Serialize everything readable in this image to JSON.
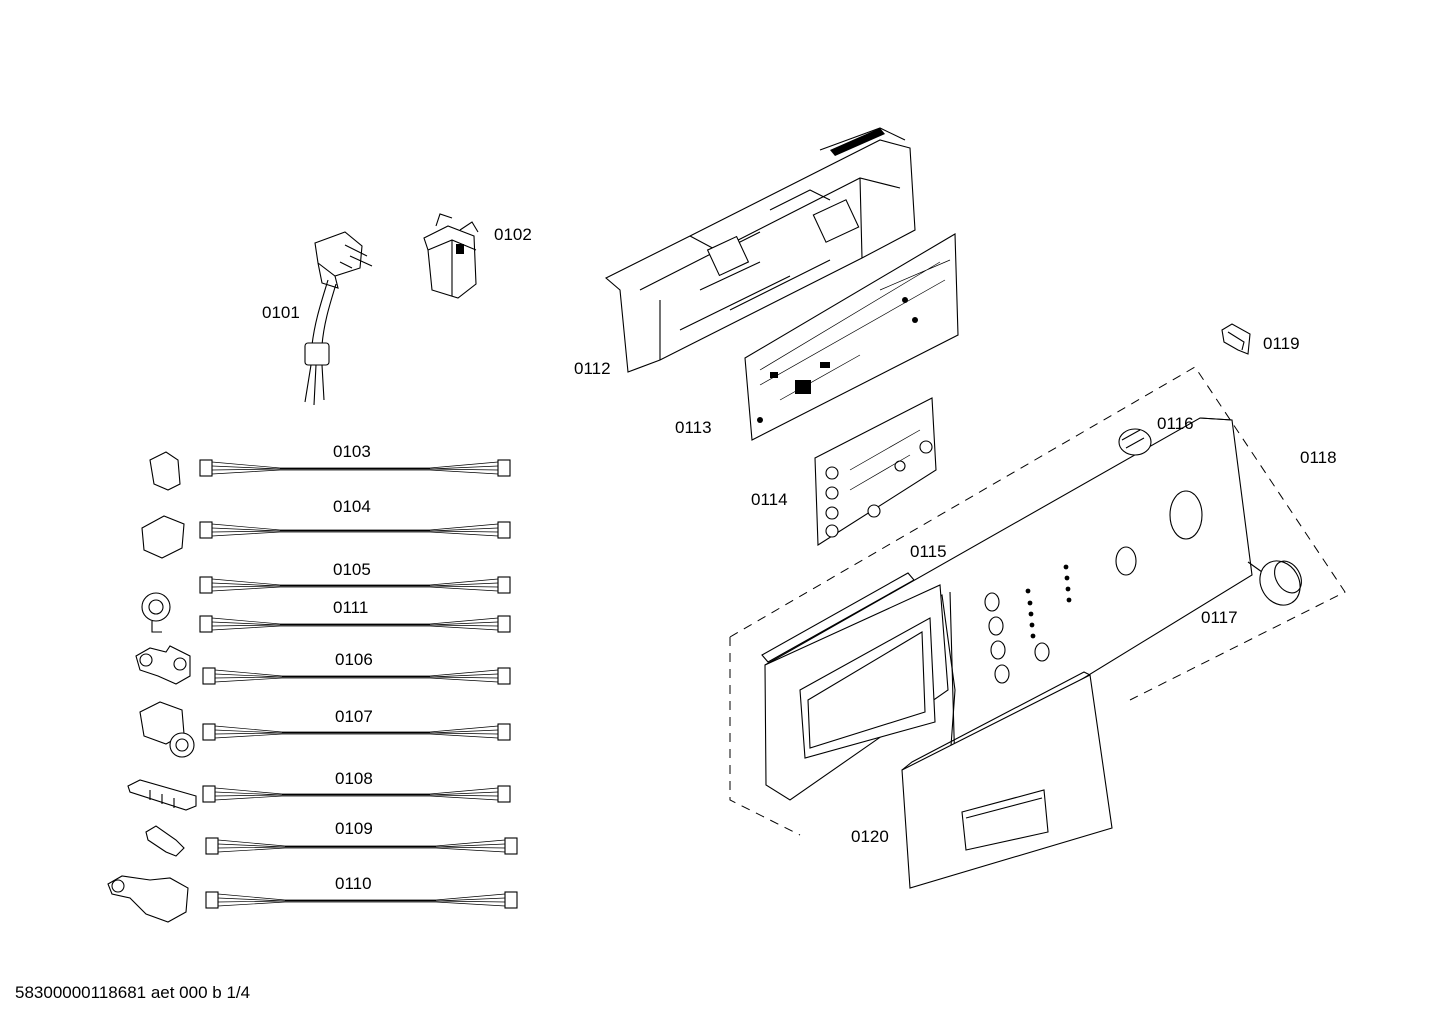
{
  "labels": {
    "p0101": "0101",
    "p0102": "0102",
    "p0103": "0103",
    "p0104": "0104",
    "p0105": "0105",
    "p0106": "0106",
    "p0107": "0107",
    "p0108": "0108",
    "p0109": "0109",
    "p0110": "0110",
    "p0111": "0111",
    "p0112": "0112",
    "p0113": "0113",
    "p0114": "0114",
    "p0115": "0115",
    "p0116": "0116",
    "p0117": "0117",
    "p0118": "0118",
    "p0119": "0119",
    "p0120": "0120"
  },
  "footer": {
    "reference": "58300000118681 aet 000 b 1/4"
  },
  "colors": {
    "line": "#000000",
    "background": "#ffffff"
  }
}
